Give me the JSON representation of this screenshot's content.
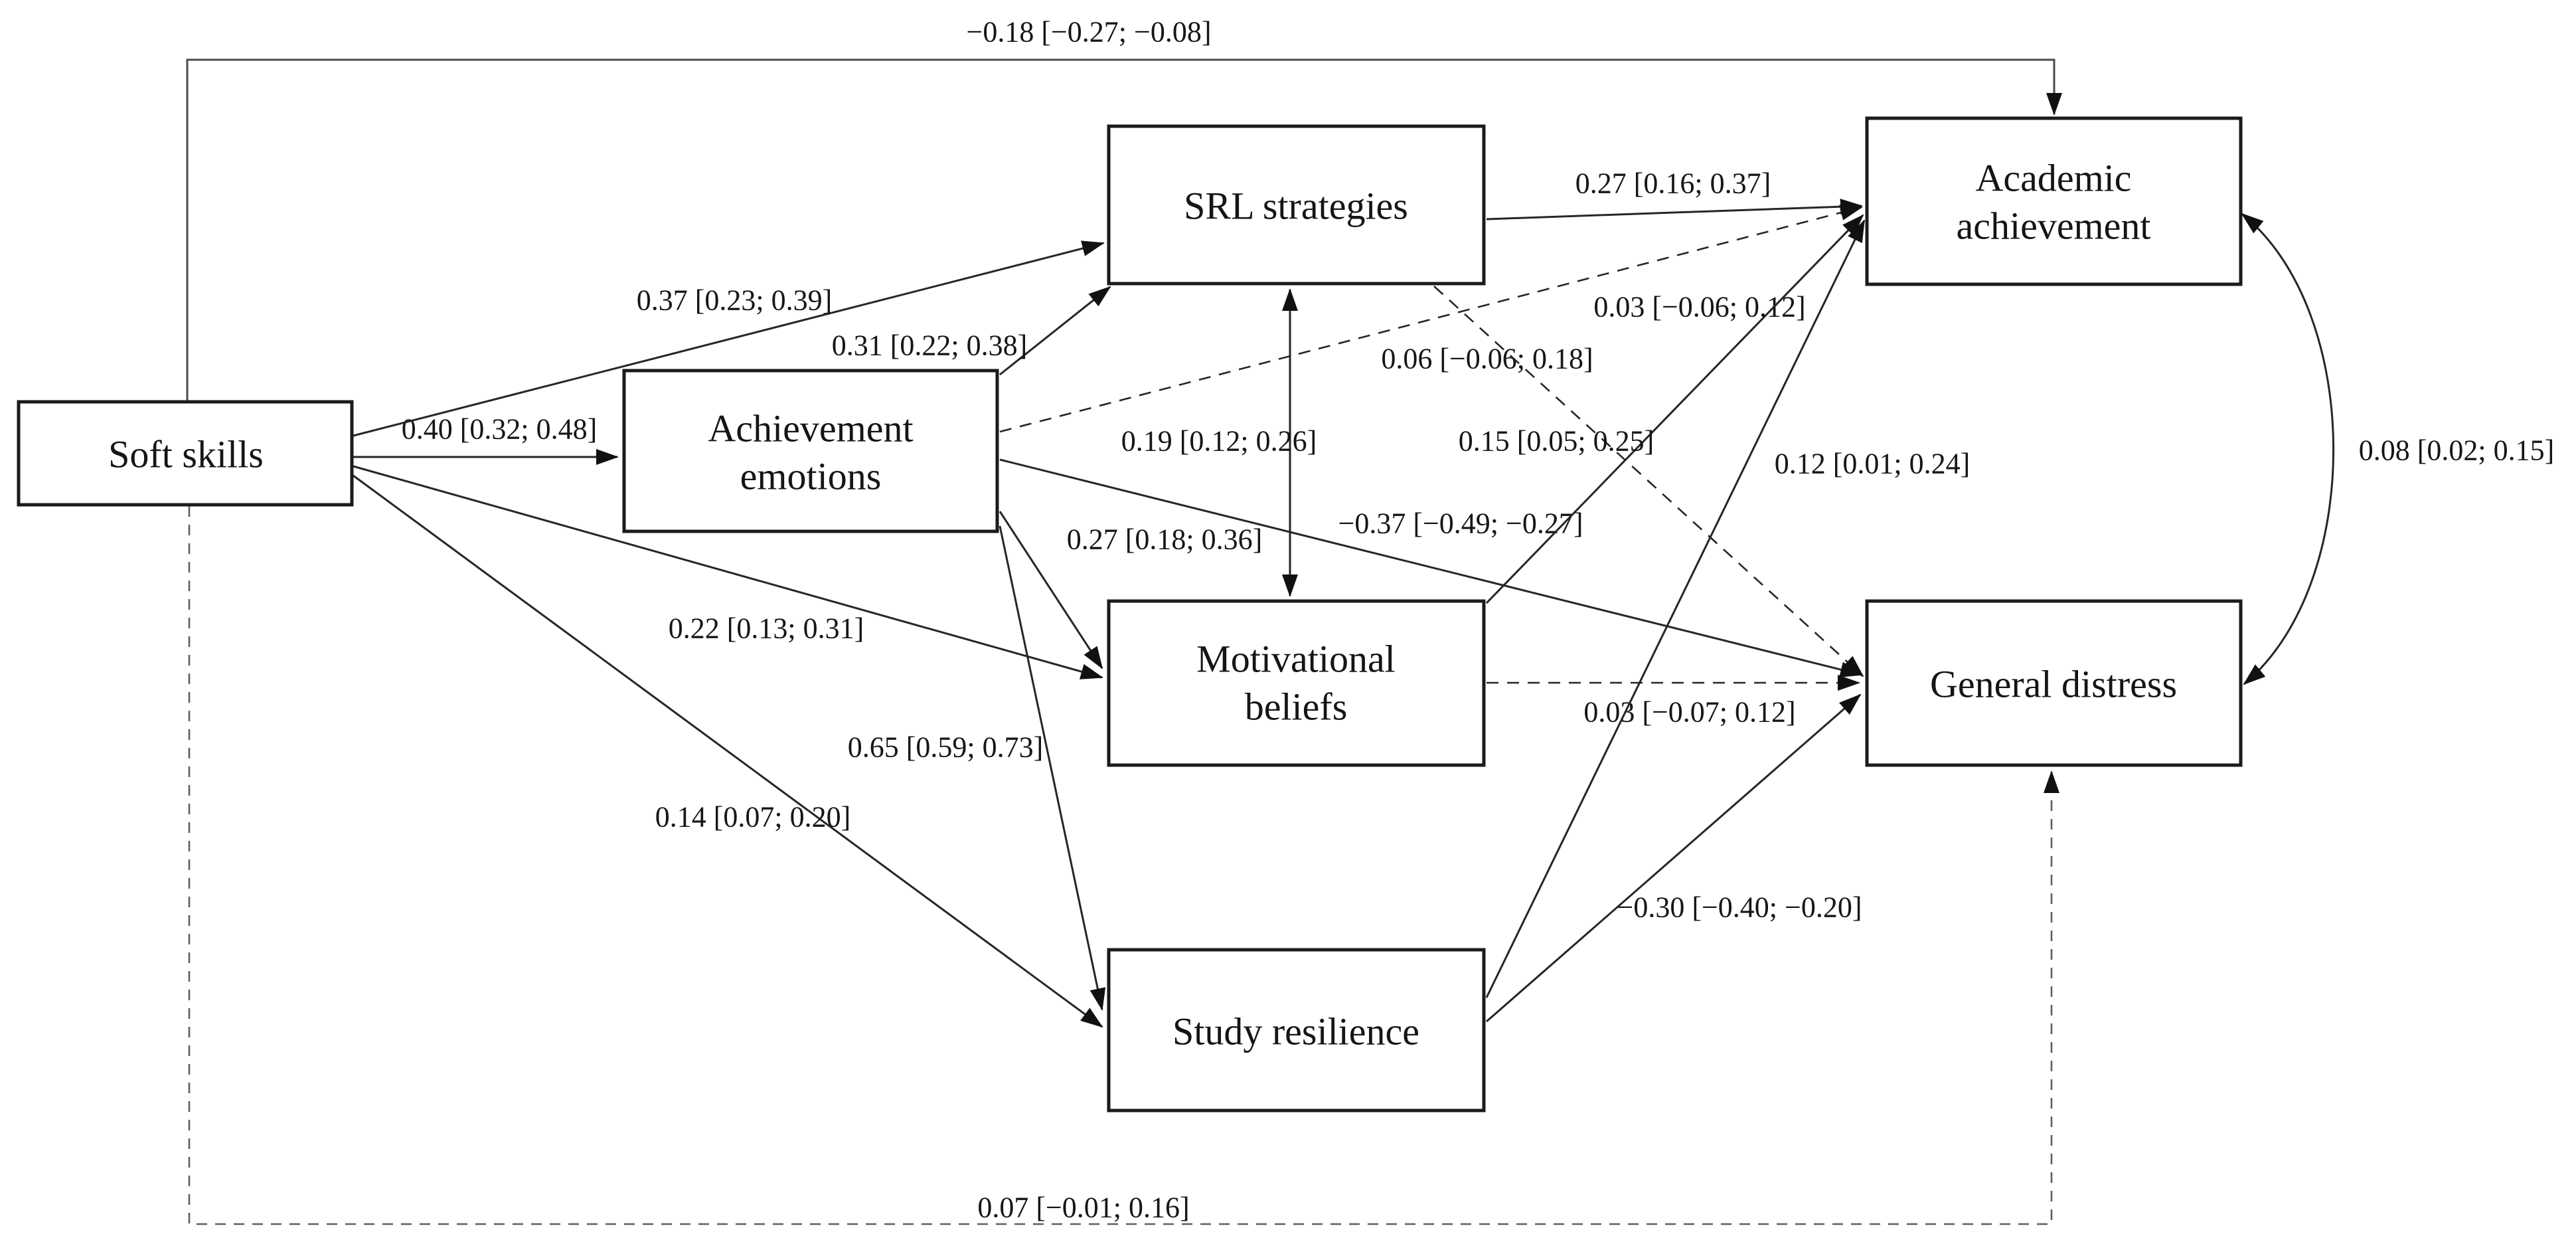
{
  "diagram": {
    "title": "Structural model: soft skills, self-regulated learning, academic achievement and general distress",
    "nodes": {
      "soft_skills": {
        "label": "Soft skills"
      },
      "achievement_emotions": {
        "label_line1": "Achievement",
        "label_line2": "emotions"
      },
      "srl_strategies": {
        "label": "SRL strategies"
      },
      "motivational_beliefs": {
        "label_line1": "Motivational",
        "label_line2": "beliefs"
      },
      "study_resilience": {
        "label": "Study resilience"
      },
      "academic_achievement": {
        "label_line1": "Academic",
        "label_line2": "achievement"
      },
      "general_distress": {
        "label": "General distress"
      }
    },
    "edges": {
      "ss_aa": {
        "from": "Soft skills",
        "to": "Academic achievement",
        "label": "−0.18 [−0.27; −0.08]",
        "style": "solid-elbow-top"
      },
      "ss_ae": {
        "from": "Soft skills",
        "to": "Achievement emotions",
        "label": "0.40 [0.32; 0.48]",
        "style": "solid"
      },
      "ss_srl": {
        "from": "Soft skills",
        "to": "SRL strategies",
        "label": "0.37 [0.23; 0.39]",
        "style": "solid"
      },
      "ss_mb": {
        "from": "Soft skills",
        "to": "Motivational beliefs",
        "label": "0.22 [0.13; 0.31]",
        "style": "solid"
      },
      "ss_sr": {
        "from": "Soft skills",
        "to": "Study resilience",
        "label": "0.14 [0.07; 0.20]",
        "style": "solid"
      },
      "ss_gd": {
        "from": "Soft skills",
        "to": "General distress",
        "label": "0.07 [−0.01; 0.16]",
        "style": "dashed-elbow-bottom"
      },
      "ae_srl": {
        "from": "Achievement emotions",
        "to": "SRL strategies",
        "label": "0.31 [0.22; 0.38]",
        "style": "solid"
      },
      "ae_aa": {
        "from": "Achievement emotions",
        "to": "Academic achievement",
        "label": "0.06 [−0.06; 0.18]",
        "style": "dashed"
      },
      "ae_mb": {
        "from": "Achievement emotions",
        "to": "Motivational beliefs",
        "label": "0.27 [0.18; 0.36]",
        "style": "solid"
      },
      "ae_sr": {
        "from": "Achievement emotions",
        "to": "Study resilience",
        "label": "0.65 [0.59; 0.73]",
        "style": "solid"
      },
      "ae_gd": {
        "from": "Achievement emotions",
        "to": "General distress",
        "label": "−0.37 [−0.49; −0.27]",
        "style": "solid"
      },
      "srl_aa": {
        "from": "SRL strategies",
        "to": "Academic achievement",
        "label": "0.27 [0.16; 0.37]",
        "style": "solid"
      },
      "srl_gd": {
        "from": "SRL strategies",
        "to": "General distress",
        "label": "0.03 [−0.06; 0.12]",
        "style": "dashed"
      },
      "srl_mb": {
        "from": "SRL strategies",
        "to": "Motivational beliefs",
        "label": "0.19 [0.12; 0.26]",
        "style": "double-headed"
      },
      "mb_aa": {
        "from": "Motivational beliefs",
        "to": "Academic achievement",
        "label": "0.15 [0.05; 0.25]",
        "style": "solid"
      },
      "mb_gd": {
        "from": "Motivational beliefs",
        "to": "General distress",
        "label": "0.03 [−0.07; 0.12]",
        "style": "dashed"
      },
      "sr_aa": {
        "from": "Study resilience",
        "to": "Academic achievement",
        "label": "0.12 [0.01; 0.24]",
        "style": "solid"
      },
      "sr_gd": {
        "from": "Study resilience",
        "to": "General distress",
        "label": "−0.30 [−0.40; −0.20]",
        "style": "solid"
      },
      "aa_gd": {
        "from": "Academic achievement",
        "to": "General distress",
        "label": "0.08 [0.02; 0.15]",
        "style": "double-headed-curve"
      }
    }
  }
}
